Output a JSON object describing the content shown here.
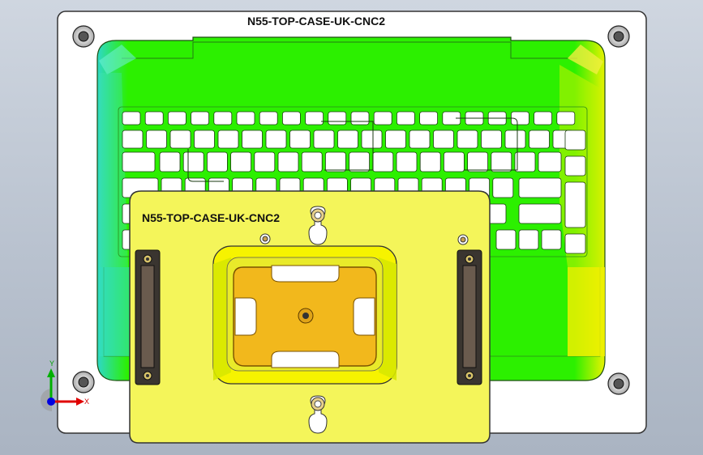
{
  "part": {
    "base_plate_label": "N55-TOP-CASE-UK-CNC2",
    "fixture_plate_label": "N55-TOP-CASE-UK-CNC2"
  },
  "triad": {
    "x_label": "X",
    "y_label": "Y"
  },
  "colors": {
    "background": "#bfc7d2",
    "base_plate": "#ffffff",
    "palmrest_green": "#22ee00",
    "fixture_plate_yellow": "#f4f55a",
    "pocket_yellow": "#f0e800",
    "jaw_orange": "#f2b81c",
    "handle_brown": "#6a5b4e",
    "axis_x": "#e00000",
    "axis_y": "#00b000",
    "axis_z": "#0000e0"
  }
}
